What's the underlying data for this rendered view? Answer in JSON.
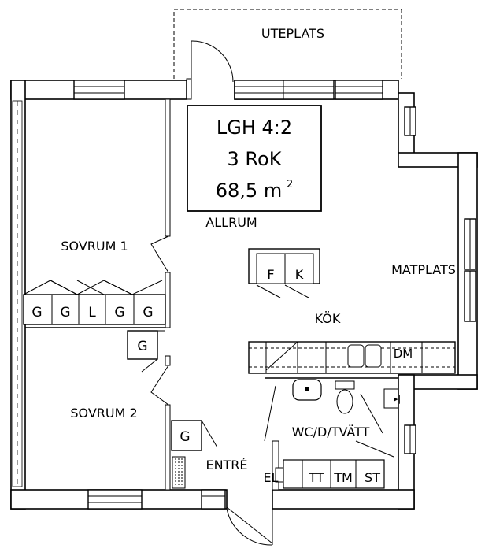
{
  "plan": {
    "title_line1": "LGH 4:2",
    "title_line2": "3 RoK",
    "title_area": "68,5 m",
    "title_area_sup": "2"
  },
  "rooms": {
    "uteplats": "UTEPLATS",
    "allrum": "ALLRUM",
    "sovrum1": "SOVRUM 1",
    "sovrum2": "SOVRUM 2",
    "matplats": "MATPLATS",
    "kok": "KÖK",
    "wc": "WC/D/TVÄTT",
    "entre": "ENTRÉ"
  },
  "fixtures": {
    "wardrobe_row": [
      "G",
      "G",
      "L",
      "G",
      "G"
    ],
    "wardrobe_single": "G",
    "wardrobe_entre": "G",
    "fridge": "F",
    "freezer": "K",
    "dishwasher": "DM",
    "el": "EL",
    "tt": "TT",
    "tm": "TM",
    "st": "ST"
  }
}
